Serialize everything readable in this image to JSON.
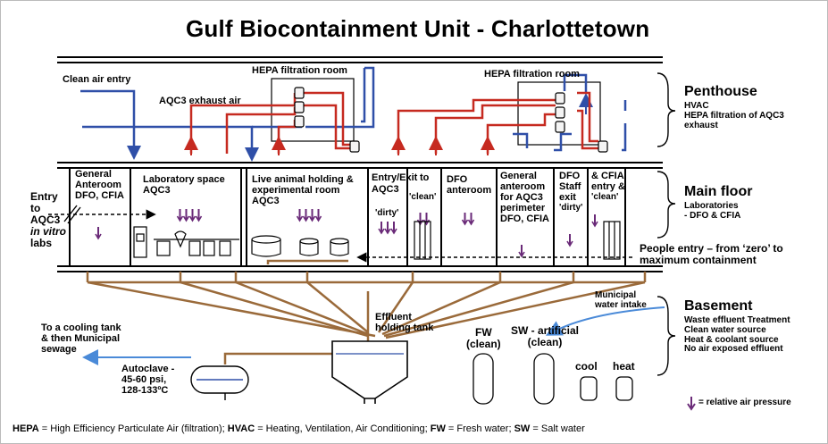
{
  "title": "Gulf Biocontainment Unit  -  Charlottetown",
  "penthouse": {
    "clean_air_entry": "Clean air entry",
    "hepa_room_left": "HEPA filtration room",
    "hepa_room_right": "HEPA filtration room",
    "exhaust_air": "AQC3 exhaust air"
  },
  "side_labels": {
    "penthouse_title": "Penthouse",
    "penthouse_lines": [
      "HVAC",
      "HEPA filtration of AQC3",
      "exhaust"
    ],
    "main_title": "Main floor",
    "main_lines": [
      "Laboratories",
      "- DFO & CFIA"
    ],
    "basement_title": "Basement",
    "basement_lines": [
      "Waste effluent Treatment",
      "Clean water source",
      "Heat & coolant source",
      "No air exposed effluent"
    ]
  },
  "rooms": {
    "general_anteroom": [
      "General",
      "Anteroom",
      "DFO, CFIA"
    ],
    "entry_invitro": [
      "Entry",
      "to",
      "AQC3",
      "in vitro",
      "labs"
    ],
    "lab_space": [
      "Laboratory space",
      "AQC3"
    ],
    "live_animal": [
      "Live animal holding &",
      "experimental room",
      "AQC3"
    ],
    "entry_exit_1": "Entry/Exit",
    "entry_exit_2": "to",
    "entry_aqc3": "AQC3",
    "entry_dirty": "'dirty'",
    "entry_clean": "'clean'",
    "dfo_anteroom": [
      "DFO",
      "anteroom"
    ],
    "perimeter_anteroom": [
      "General",
      "anteroom",
      "for AQC3",
      "perimeter",
      "DFO, CFIA"
    ],
    "dfo_staff": [
      "DFO",
      "Staff",
      "exit",
      "'dirty'"
    ],
    "cfia_entry": [
      "& CFIA",
      "entry &",
      "'clean'"
    ]
  },
  "people_entry": [
    "People entry – from ‘zero’ to",
    "maximum containment"
  ],
  "basement": {
    "effluent_tank": [
      "Effluent",
      "holding tank"
    ],
    "municipal_water": [
      "Municipal",
      "water intake"
    ],
    "cooling_tank": [
      "To a cooling tank",
      "& then Municipal",
      "sewage"
    ],
    "autoclave": [
      "Autoclave -",
      "45-60 psi,",
      "128-133ºC"
    ],
    "fw": [
      "FW",
      "(clean)"
    ],
    "sw": [
      "SW - artificial",
      "(clean)"
    ],
    "cool": "cool",
    "heat": "heat"
  },
  "relative_pressure": "= relative air pressure",
  "legend": [
    {
      "abbr": "HEPA",
      "text": " = High Efficiency Particulate Air (filtration);  "
    },
    {
      "abbr": "HVAC",
      "text": " = Heating, Ventilation, Air Conditioning;  "
    },
    {
      "abbr": "FW",
      "text": " = Fresh water;  "
    },
    {
      "abbr": "SW",
      "text": " = Salt water"
    }
  ],
  "colors": {
    "clean_air": "#2f4fa8",
    "exhaust": "#c62a20",
    "effluent_pipe": "#9a6a3a",
    "pressure_arrow": "#6a2a78",
    "water_arrow": "#4a8ad8"
  }
}
